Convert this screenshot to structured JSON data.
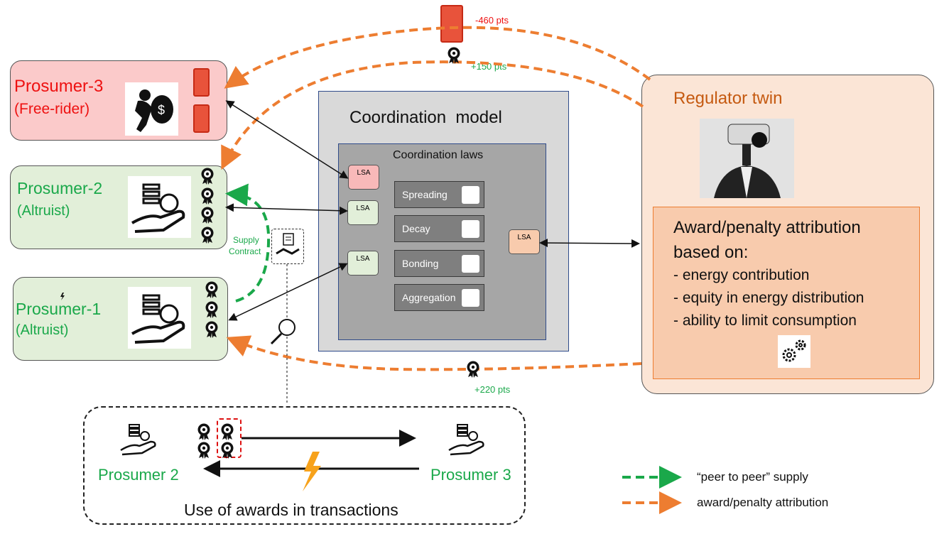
{
  "prosumers": {
    "p3": {
      "name": "Prosumer-3",
      "role": "(Free-rider)"
    },
    "p2": {
      "name": "Prosumer-2",
      "role": "(Altruist)"
    },
    "p1": {
      "name": "Prosumer-1",
      "role": "(Altruist)"
    }
  },
  "coordination": {
    "title": "Coordination  model",
    "laws_title": "Coordination laws",
    "laws": [
      "Spreading",
      "Decay",
      "Bonding",
      "Aggregation"
    ],
    "lsa_label": "LSA"
  },
  "regulator": {
    "title": "Regulator twin",
    "attribution_title_1": "Award/penalty attribution",
    "attribution_title_2": "based on:",
    "criteria": [
      "- energy contribution",
      "- equity in energy distribution",
      "- ability to limit consumption"
    ]
  },
  "points": {
    "penalty": "-460 pts",
    "award_top": "+150 pts",
    "award_bottom": "+220 pts"
  },
  "supply_contract": {
    "line1": "Supply",
    "line2": "Contract"
  },
  "transactions": {
    "left": "Prosumer 2",
    "right": "Prosumer 3",
    "caption": "Use of awards in transactions"
  },
  "legend": {
    "p2p": "“peer to peer” supply",
    "award": "award/penalty attribution"
  },
  "colors": {
    "green": "#1aa84a",
    "orange": "#ed7d31",
    "red": "#ee1111",
    "regulator_orange": "#c55a11"
  },
  "icons": [
    "warning-card-icon",
    "medal-icon",
    "thief-icon",
    "hand-coins-icon",
    "camera-head-icon",
    "gear-icon",
    "handshake-icon",
    "magnifier-icon",
    "lightning-icon"
  ]
}
